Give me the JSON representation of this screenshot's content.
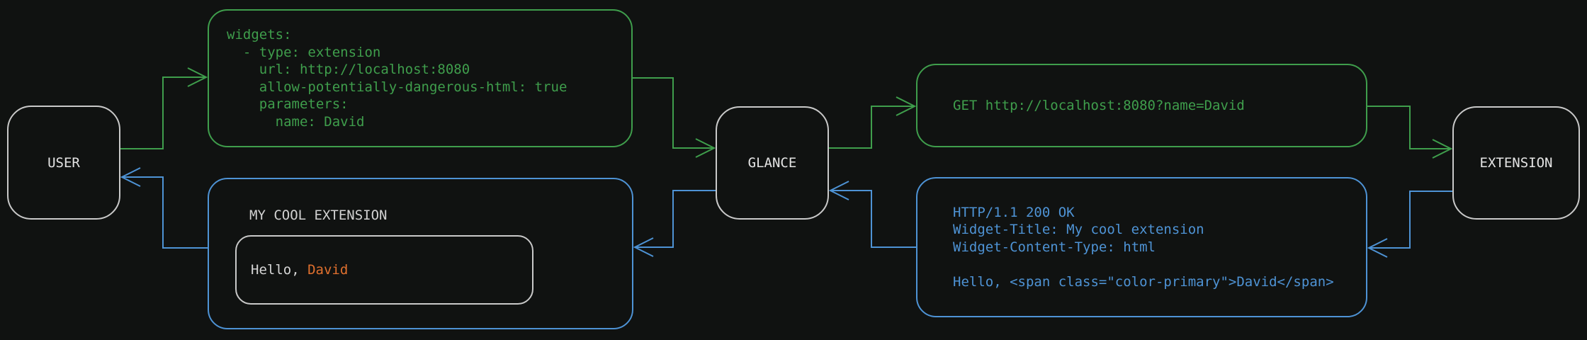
{
  "colors": {
    "green": "#3f9e4c",
    "blue": "#4e93d5",
    "orange": "#e0702e",
    "node_border": "#c9c9c9",
    "text_light": "#d9d9d9",
    "background": "#101211"
  },
  "nodes": {
    "user": {
      "label": "USER"
    },
    "glance": {
      "label": "GLANCE"
    },
    "extension": {
      "label": "EXTENSION"
    }
  },
  "config": {
    "code": "widgets:\n  - type: extension\n    url: http://localhost:8080\n    allow-potentially-dangerous-html: true\n    parameters:\n      name: David"
  },
  "request": {
    "code": "GET http://localhost:8080?name=David"
  },
  "response": {
    "code": "HTTP/1.1 200 OK\nWidget-Title: My cool extension\nWidget-Content-Type: html\n\nHello, <span class=\"color-primary\">David</span>"
  },
  "widget": {
    "title": "MY COOL EXTENSION",
    "greeting_prefix": "Hello, ",
    "greeting_name": "David"
  }
}
